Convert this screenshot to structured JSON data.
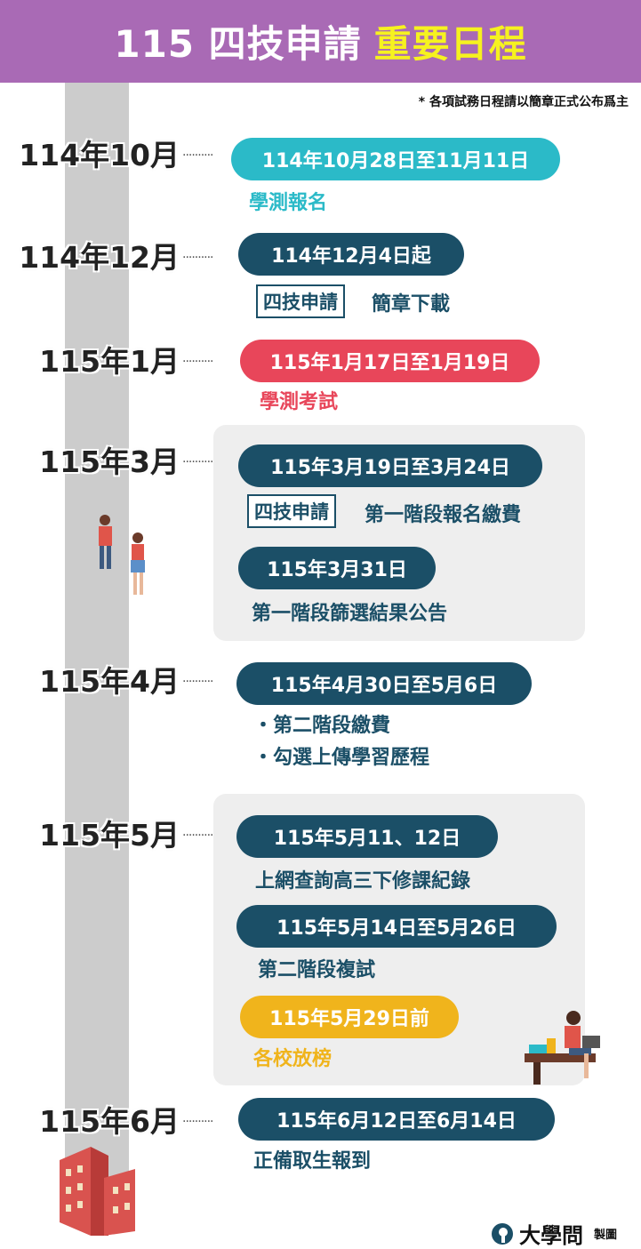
{
  "header": {
    "title_white": "115 四技申請",
    "title_yellow": "重要日程"
  },
  "note": "* 各項試務日程請以簡章正式公布爲主",
  "dots": "··········",
  "events": [
    {
      "month": "114年10月",
      "date": "114年10月28日至11月11日",
      "desc": "學測報名",
      "color": "#2bbac8"
    },
    {
      "month": "114年12月",
      "date": "114年12月4日起",
      "tag": "四技申請",
      "desc": "簡章下載",
      "color": "#1b4f67"
    },
    {
      "month": "115年1月",
      "date": "115年1月17日至1月19日",
      "desc": "學測考試",
      "color": "#e8465a"
    },
    {
      "month": "115年3月",
      "date": "115年3月19日至3月24日",
      "tag": "四技申請",
      "desc": "第一階段報名繳費",
      "date2": "115年3月31日",
      "desc2": "第一階段篩選結果公告"
    },
    {
      "month": "115年4月",
      "date": "115年4月30日至5月6日",
      "bullets": [
        "・第二階段繳費",
        "・勾選上傳學習歷程"
      ]
    },
    {
      "month": "115年5月",
      "date": "115年5月11、12日",
      "desc": "上網查詢高三下修課紀錄",
      "date2": "115年5月14日至5月26日",
      "desc2": "第二階段複試",
      "date3": "115年5月29日前",
      "desc3": "各校放榜",
      "color3": "#f0b41c"
    },
    {
      "month": "115年6月",
      "date": "115年6月12日至6月14日",
      "desc": "正備取生報到"
    }
  ],
  "footer": {
    "logo": "大學問",
    "made": "製圖"
  }
}
